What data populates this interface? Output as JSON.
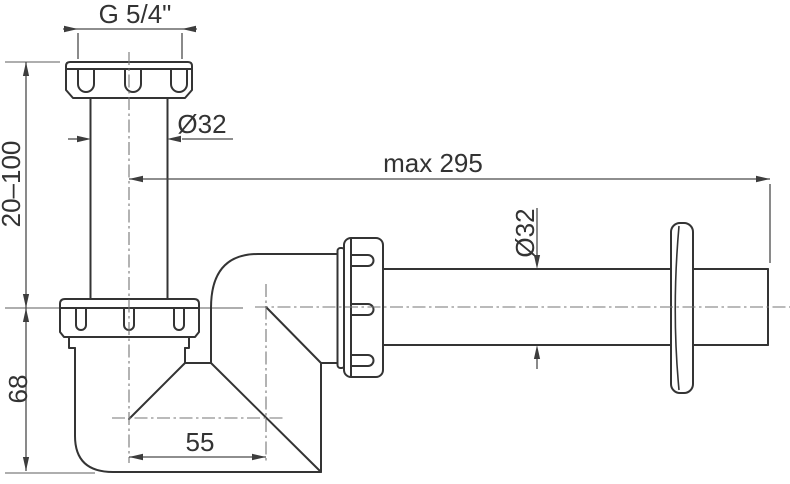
{
  "figure": {
    "labels": {
      "thread_size": "G 5/4\"",
      "inlet_diameter": "Ø32",
      "height_range": "20–100",
      "max_length": "max 295",
      "outlet_diameter": "Ø32",
      "trap_height": "68",
      "outlet_offset": "55"
    },
    "colors": {
      "background": "#ffffff",
      "object_line": "#343434",
      "dimension_line": "#4a4a4a",
      "extension_line": "#949494",
      "centerline": "#757575",
      "text": "#333333"
    }
  }
}
